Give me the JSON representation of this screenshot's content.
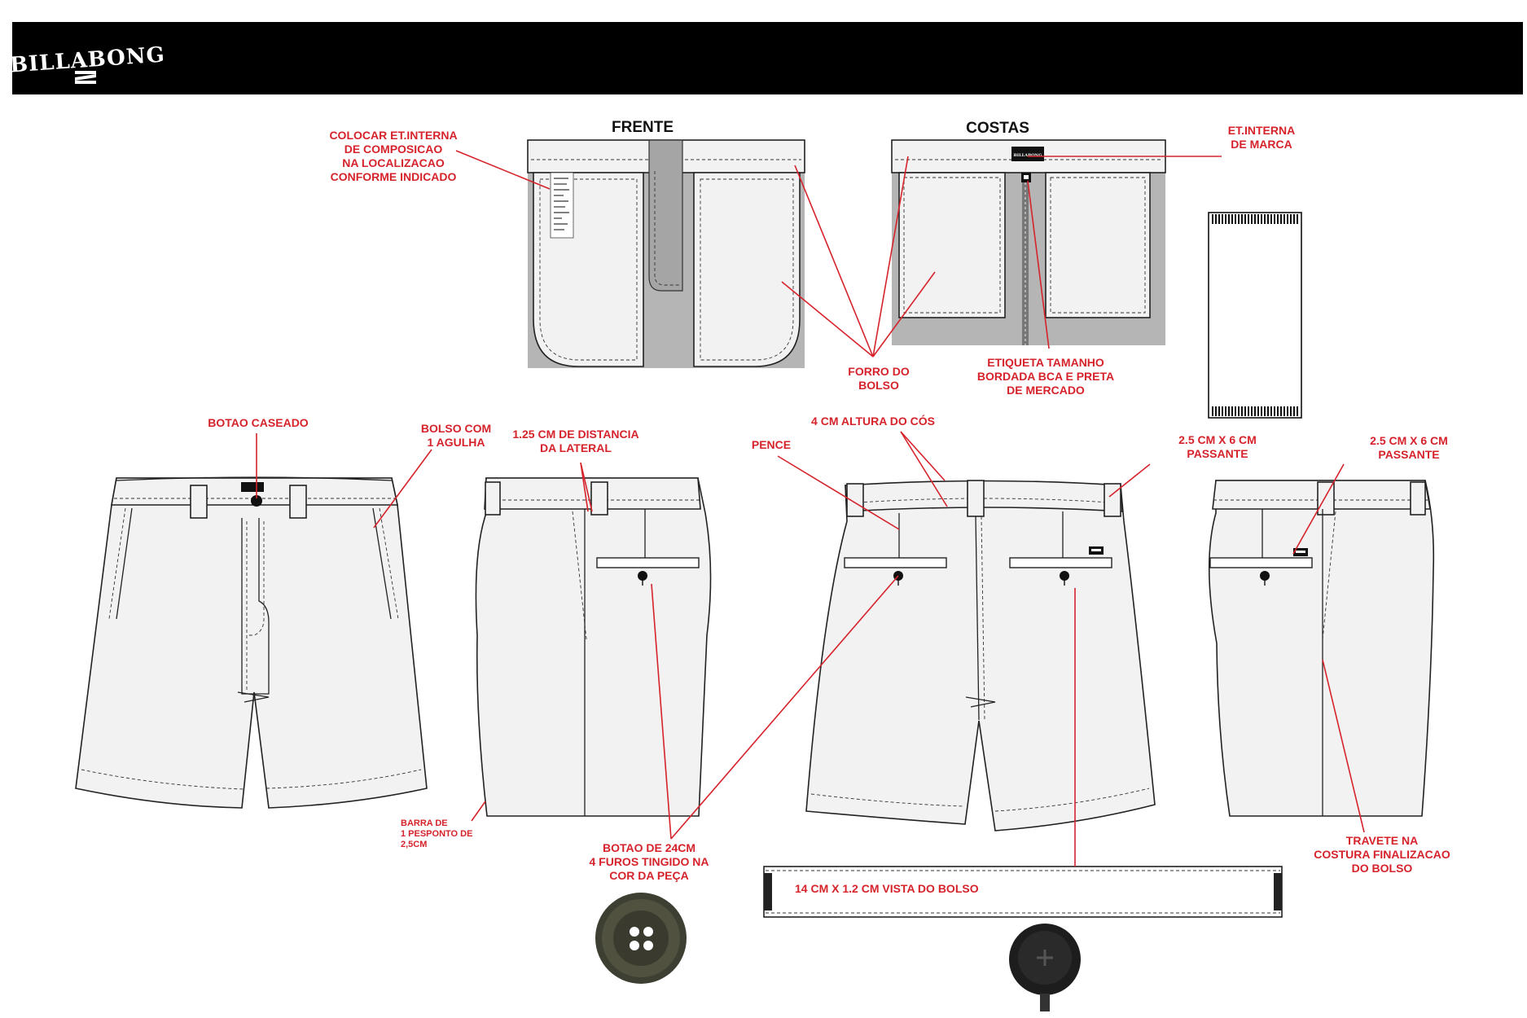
{
  "header": {
    "brand_logo": "BILLABONG",
    "logo_icon": "billabong-wave-icon",
    "background": "#000000"
  },
  "colors": {
    "annotation": "#d6232b",
    "garment_fill": "#f2f2f2",
    "lining": "#b5b5b5",
    "button": "#3e3f33"
  },
  "views": {
    "front_title": "FRENTE",
    "back_title": "COSTAS"
  },
  "annotations": {
    "composition_label": [
      "COLOCAR ET.INTERNA",
      "DE COMPOSICAO",
      "NA LOCALIZACAO",
      "CONFORME INDICADO"
    ],
    "brand_label": [
      "ET.INTERNA",
      "DE MARCA"
    ],
    "pocket_lining": [
      "FORRO DO",
      "BOLSO"
    ],
    "size_label": [
      "ETIQUETA TAMANHO",
      "BORDADA BCA E PRETA",
      "DE MERCADO"
    ],
    "button_hole": [
      "BOTAO CASEADO"
    ],
    "pocket_needle": [
      "BOLSO COM",
      "1 AGULHA"
    ],
    "side_distance": [
      "1.25 CM DE DISTANCIA",
      "DA LATERAL"
    ],
    "waist_height": [
      "4 CM ALTURA DO CÓS"
    ],
    "dart": [
      "PENCE"
    ],
    "belt_loop_back": [
      "2.5 CM X 6 CM",
      "PASSANTE"
    ],
    "belt_loop_side": [
      "2.5 CM X 6 CM",
      "PASSANTE"
    ],
    "hem": [
      "BARRA DE",
      "1 PESPONTO DE",
      "2,5CM"
    ],
    "button_spec": [
      "BOTAO DE 24CM",
      "4 FUROS TINGIDO NA",
      "COR DA PEÇA"
    ],
    "pocket_facing": [
      "14 CM X 1.2 CM VISTA DO BOLSO"
    ],
    "bartack": [
      "TRAVETE NA",
      "COSTURA FINALIZACAO",
      "DO BOLSO"
    ]
  }
}
